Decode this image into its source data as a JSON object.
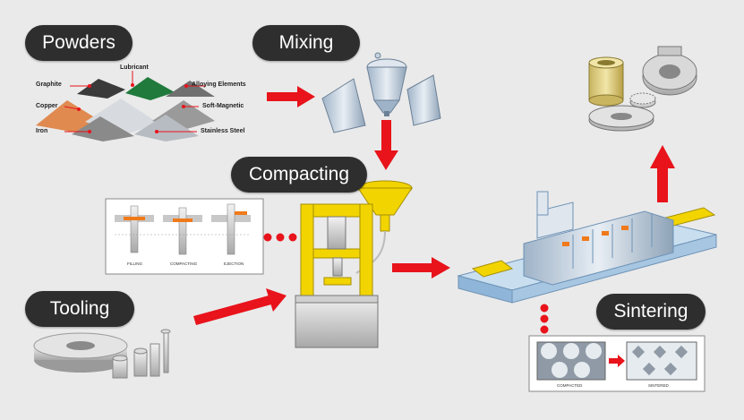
{
  "stages": {
    "powders": "Powders",
    "mixing": "Mixing",
    "compacting": "Compacting",
    "tooling": "Tooling",
    "sintering": "Sintering"
  },
  "powder_labels": {
    "graphite": "Graphite",
    "lubricant": "Lubricant",
    "alloying": "Alloying Elements",
    "copper": "Copper",
    "soft_magnetic": "Soft-Magnetic",
    "iron": "Iron",
    "stainless": "Stainless Steel"
  },
  "compacting_steps": [
    "FILLING",
    "COMPACTING",
    "EJECTION"
  ],
  "sintering_captions": {
    "before": "COMPACTED",
    "after": "SINTERED"
  },
  "colors": {
    "arrow": "#e8131b",
    "pill_bg": "#2e2e2e",
    "press_yellow": "#f2d400",
    "background": "#eaeaea"
  }
}
